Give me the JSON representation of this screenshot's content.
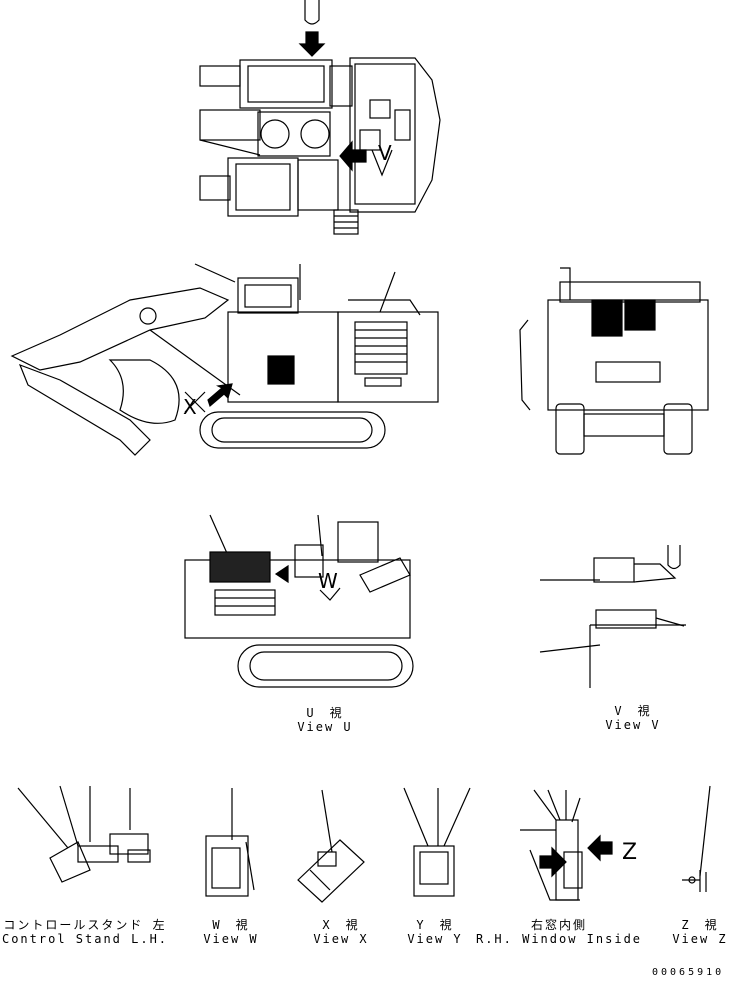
{
  "views": {
    "u": {
      "jp": "U　視",
      "en": "View U"
    },
    "v": {
      "jp": "V　視",
      "en": "View V"
    },
    "w": {
      "jp": "W　視",
      "en": "View W"
    },
    "x": {
      "jp": "X　視",
      "en": "View X"
    },
    "y": {
      "jp": "Y　視",
      "en": "View Y"
    },
    "control_stand": {
      "jp": "コントロールスタンド 左",
      "en": "Control Stand L.H."
    },
    "rh_window": {
      "jp": "右窓内側",
      "en": "R.H. Window Inside"
    },
    "z": {
      "jp": "Z　視",
      "en": "View Z"
    }
  },
  "callouts": {
    "x": "X",
    "w": "W",
    "z": "Z",
    "v": "V"
  },
  "doc_number": "00065910"
}
